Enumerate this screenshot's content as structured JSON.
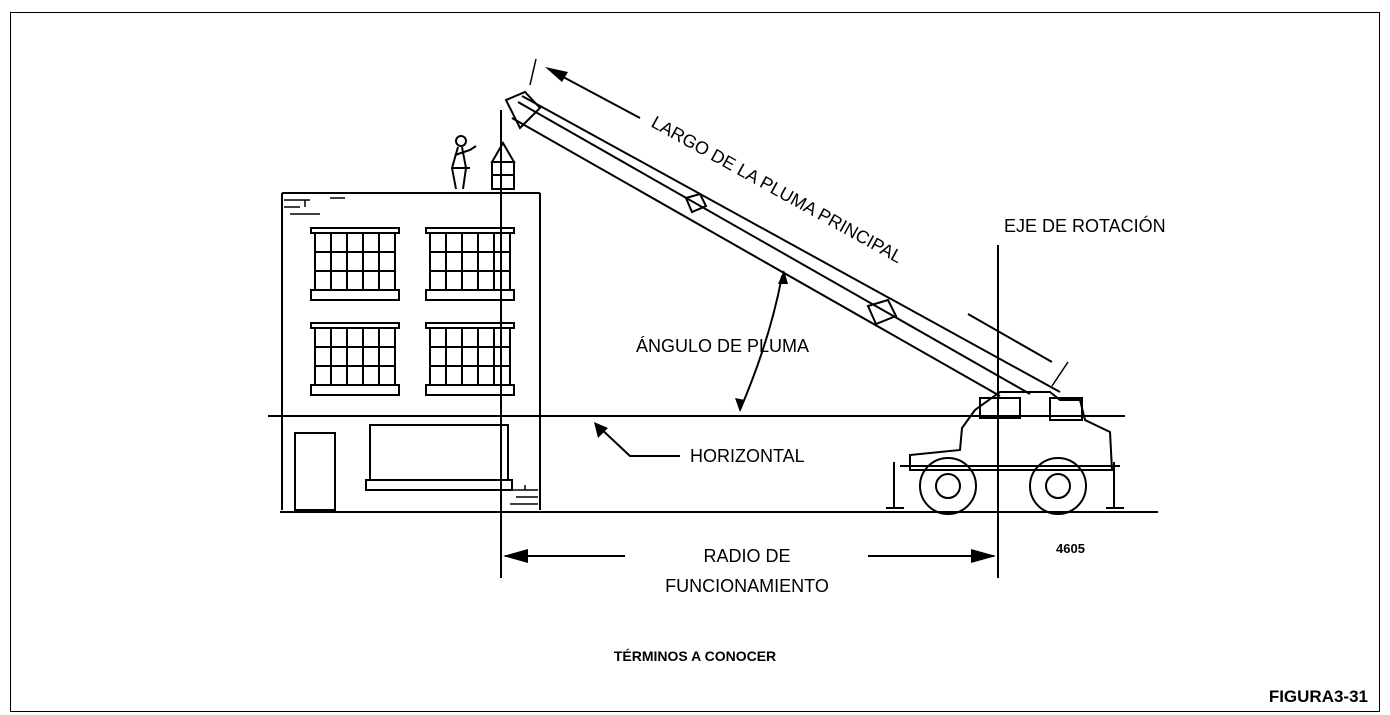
{
  "diagram": {
    "boom_length_label": "LARGO DE LA PLUMA PRINCIPAL",
    "axis_label": "EJE DE ROTACIÓN",
    "boom_angle_label": "ÁNGULO DE PLUMA",
    "horizontal_label": "HORIZONTAL",
    "radius_line1": "RADIO DE",
    "radius_line2": "FUNCIONAMIENTO",
    "code": "4605"
  },
  "caption": "TÉRMINOS A CONOCER",
  "figure_number": "FIGURA3-31"
}
